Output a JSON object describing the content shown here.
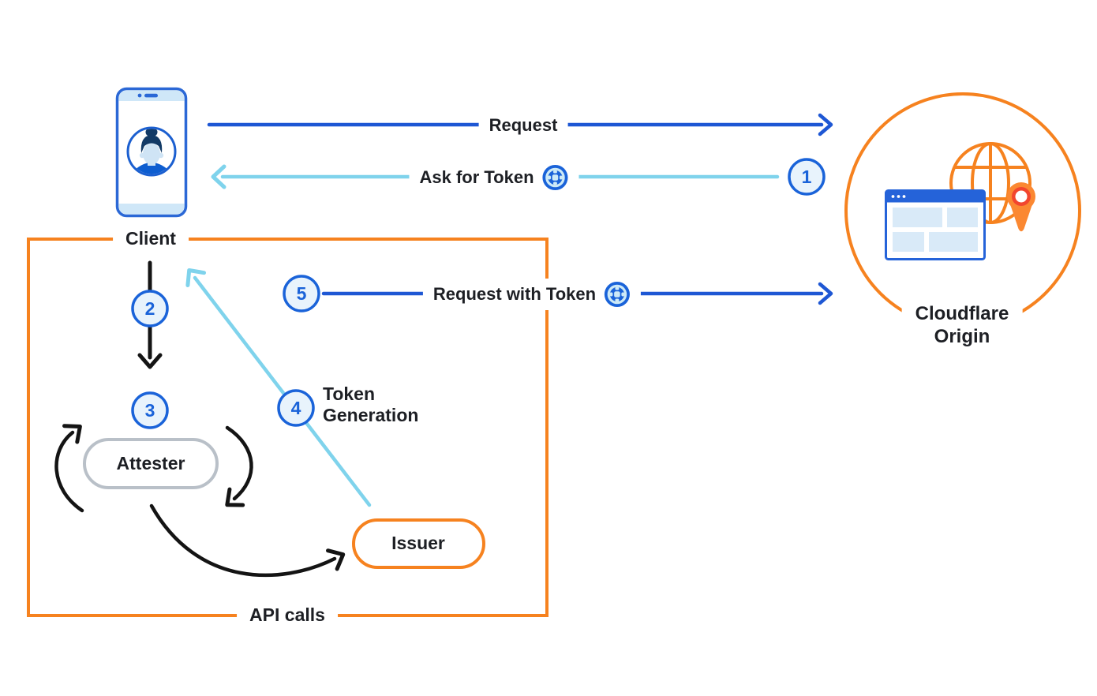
{
  "nodes": {
    "client": {
      "label": "Client"
    },
    "cloudflare_origin": {
      "label_line1": "Cloudflare",
      "label_line2": "Origin"
    },
    "attester": {
      "label": "Attester"
    },
    "issuer": {
      "label": "Issuer"
    }
  },
  "flows": {
    "request": {
      "label": "Request"
    },
    "ask_for_token": {
      "label": "Ask for Token",
      "step": "1"
    },
    "client_to_attester": {
      "step": "2"
    },
    "attestation": {
      "step": "3"
    },
    "token_generation": {
      "label_line1": "Token",
      "label_line2": "Generation",
      "step": "4"
    },
    "request_with_token": {
      "label": "Request with Token",
      "step": "5"
    },
    "api_calls": {
      "label": "API calls"
    }
  },
  "icons": {
    "token": "token-chip-icon",
    "client_device": "smartphone-user-avatar-icon",
    "origin": "globe-browser-location-pin-icon"
  },
  "colors": {
    "cloudflare_orange": "#f6821f",
    "arrow_dark_blue": "#1e57d4",
    "arrow_light_blue": "#7fd3ec",
    "arrow_black": "#141414",
    "step_badge_fill": "#e8f3fc",
    "step_badge_stroke": "#1a63d9",
    "attester_border_gray": "#b9c0c8",
    "browser_blue": "#2563d9",
    "pin_orange": "#fb8832",
    "label_text": "#1d1f24"
  }
}
